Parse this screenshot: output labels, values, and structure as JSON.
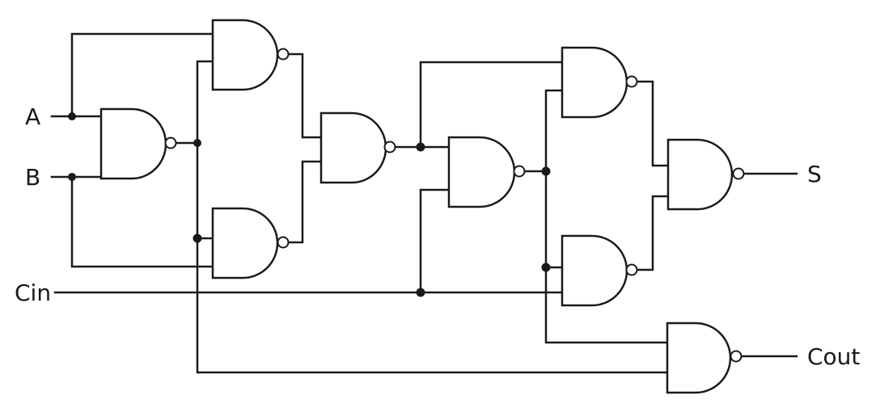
{
  "diagram": {
    "inputs": {
      "a": "A",
      "b": "B",
      "cin": "Cin"
    },
    "outputs": {
      "s": "S",
      "cout": "Cout"
    },
    "gate_type": "NAND",
    "colors": {
      "stroke": "#1a1a1a",
      "background": "#ffffff"
    }
  }
}
